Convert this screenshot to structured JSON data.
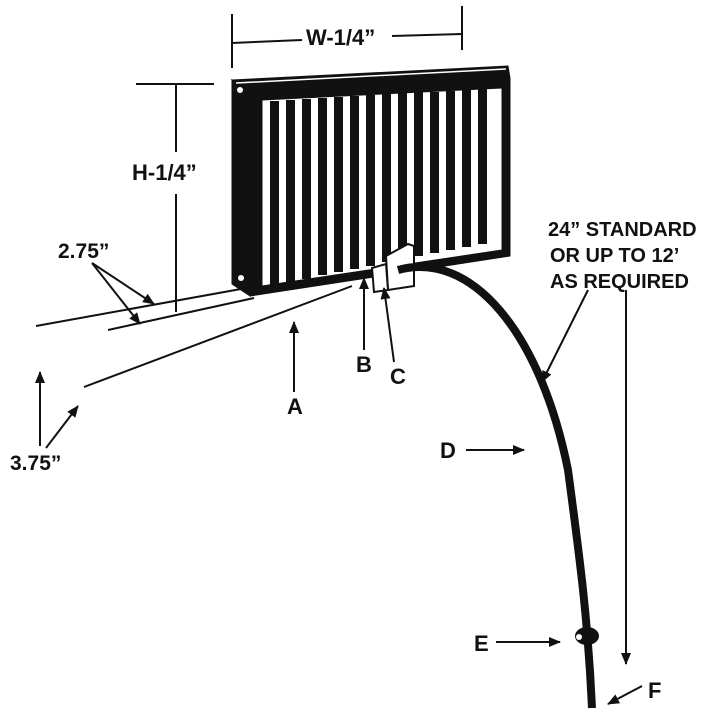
{
  "dimensions": {
    "width": "W-1/4”",
    "height": "H-1/4”",
    "offset_small": "2.75”",
    "offset_large": "3.75”"
  },
  "labels": {
    "a": "A",
    "b": "B",
    "c": "C",
    "d": "D",
    "e": "E",
    "f": "F"
  },
  "length_note": {
    "line1": "24” STANDARD",
    "line2": "OR UP TO 12’",
    "line3": "AS REQUIRED"
  },
  "colors": {
    "ink": "#111111",
    "background": "#ffffff"
  }
}
